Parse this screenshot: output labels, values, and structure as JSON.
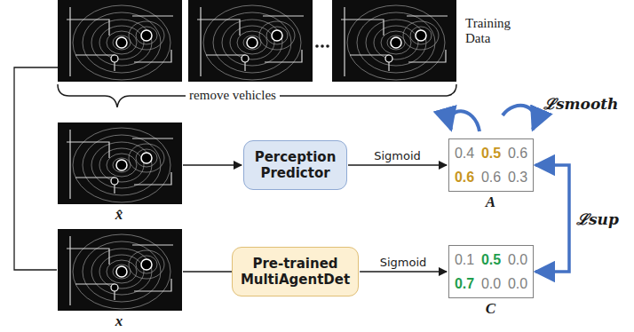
{
  "diagram": {
    "nodes": [
      {
        "text": [
          "Perception Predictor"
        ]
      },
      {
        "text": [
          "Pre-trained MultiAgentDet"
        ]
      },
      {
        "text": [
          "0.4",
          "0.5",
          "0.6",
          "0.6",
          "0.6",
          "0.3",
          "A"
        ]
      },
      {
        "text": [
          "0.1",
          "0.5",
          "0.0",
          "0.7",
          "0.0",
          "0.0",
          "C"
        ]
      }
    ],
    "edges": [
      {
        "from": 0,
        "to": 2,
        "label": "Sigmoid",
        "arrow": "to"
      },
      {
        "from": 1,
        "to": 3,
        "label": "Sigmoid",
        "arrow": "to"
      },
      {
        "from": 3,
        "to": 2,
        "label": "ℒsup",
        "arrow": "both"
      }
    ],
    "labels": [
      "Training Data",
      "remove vehicles",
      "x̂",
      "x",
      "ℒsmooth"
    ]
  }
}
